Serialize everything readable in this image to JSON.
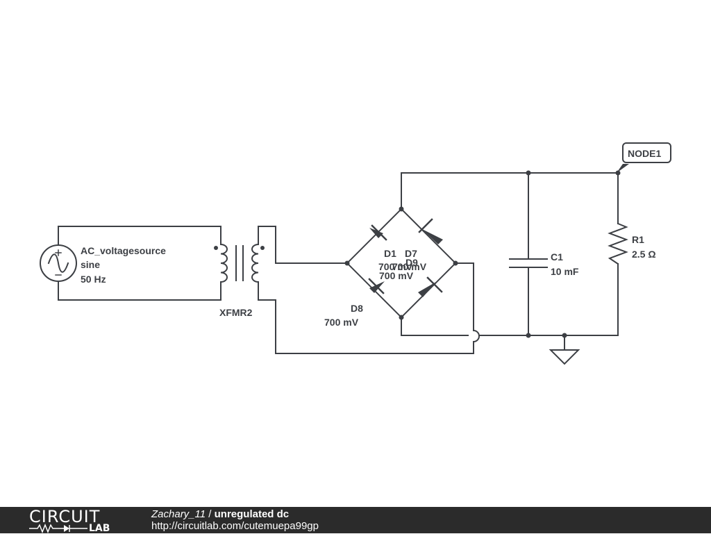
{
  "components": {
    "source": {
      "name": "AC_voltagesource",
      "type": "sine",
      "frequency": "50 Hz"
    },
    "transformer": {
      "name": "XFMR2"
    },
    "d1": {
      "name": "D1",
      "value": "700 mV"
    },
    "d7": {
      "name": "D7",
      "value": "700 mV"
    },
    "d9": {
      "name": "D9",
      "value": "700 mV"
    },
    "d8": {
      "name": "D8",
      "value": "700 mV"
    },
    "c1": {
      "name": "C1",
      "value": "10 mF"
    },
    "r1": {
      "name": "R1",
      "value": "2.5 Ω"
    },
    "node": {
      "name": "NODE1"
    }
  },
  "footer": {
    "logo_top": "CIRCUIT",
    "logo_bottom": "LAB",
    "author": "Zachary_11",
    "separator": " / ",
    "title": "unregulated dc",
    "url": "http://circuitlab.com/cutemuepa99gp"
  },
  "colors": {
    "wire": "#3c3f44",
    "footer_bg": "#2b2b2b"
  }
}
